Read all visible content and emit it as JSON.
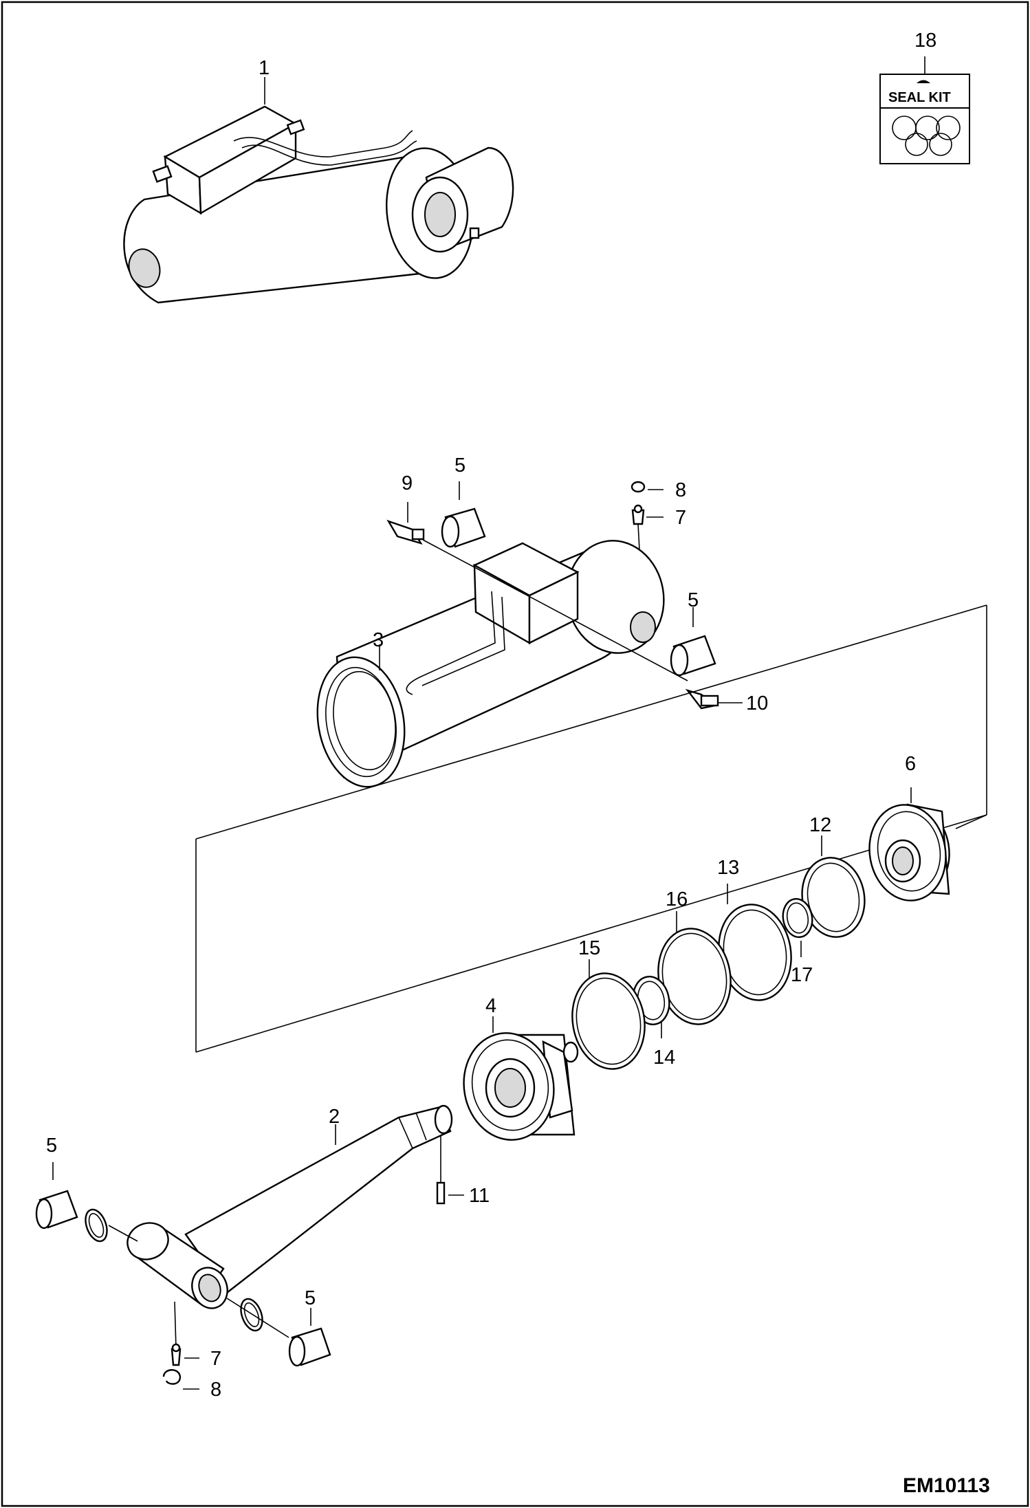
{
  "diagram_code": "EM10113",
  "seal_kit_label": "SEAL KIT",
  "callouts": {
    "c1": "1",
    "c2": "2",
    "c3": "3",
    "c4": "4",
    "c5a": "5",
    "c5b": "5",
    "c5c": "5",
    "c5d": "5",
    "c6": "6",
    "c7a": "7",
    "c7b": "7",
    "c8a": "8",
    "c8b": "8",
    "c9": "9",
    "c10": "10",
    "c11": "11",
    "c12": "12",
    "c13": "13",
    "c14": "14",
    "c15": "15",
    "c16": "16",
    "c17": "17",
    "c18": "18"
  }
}
